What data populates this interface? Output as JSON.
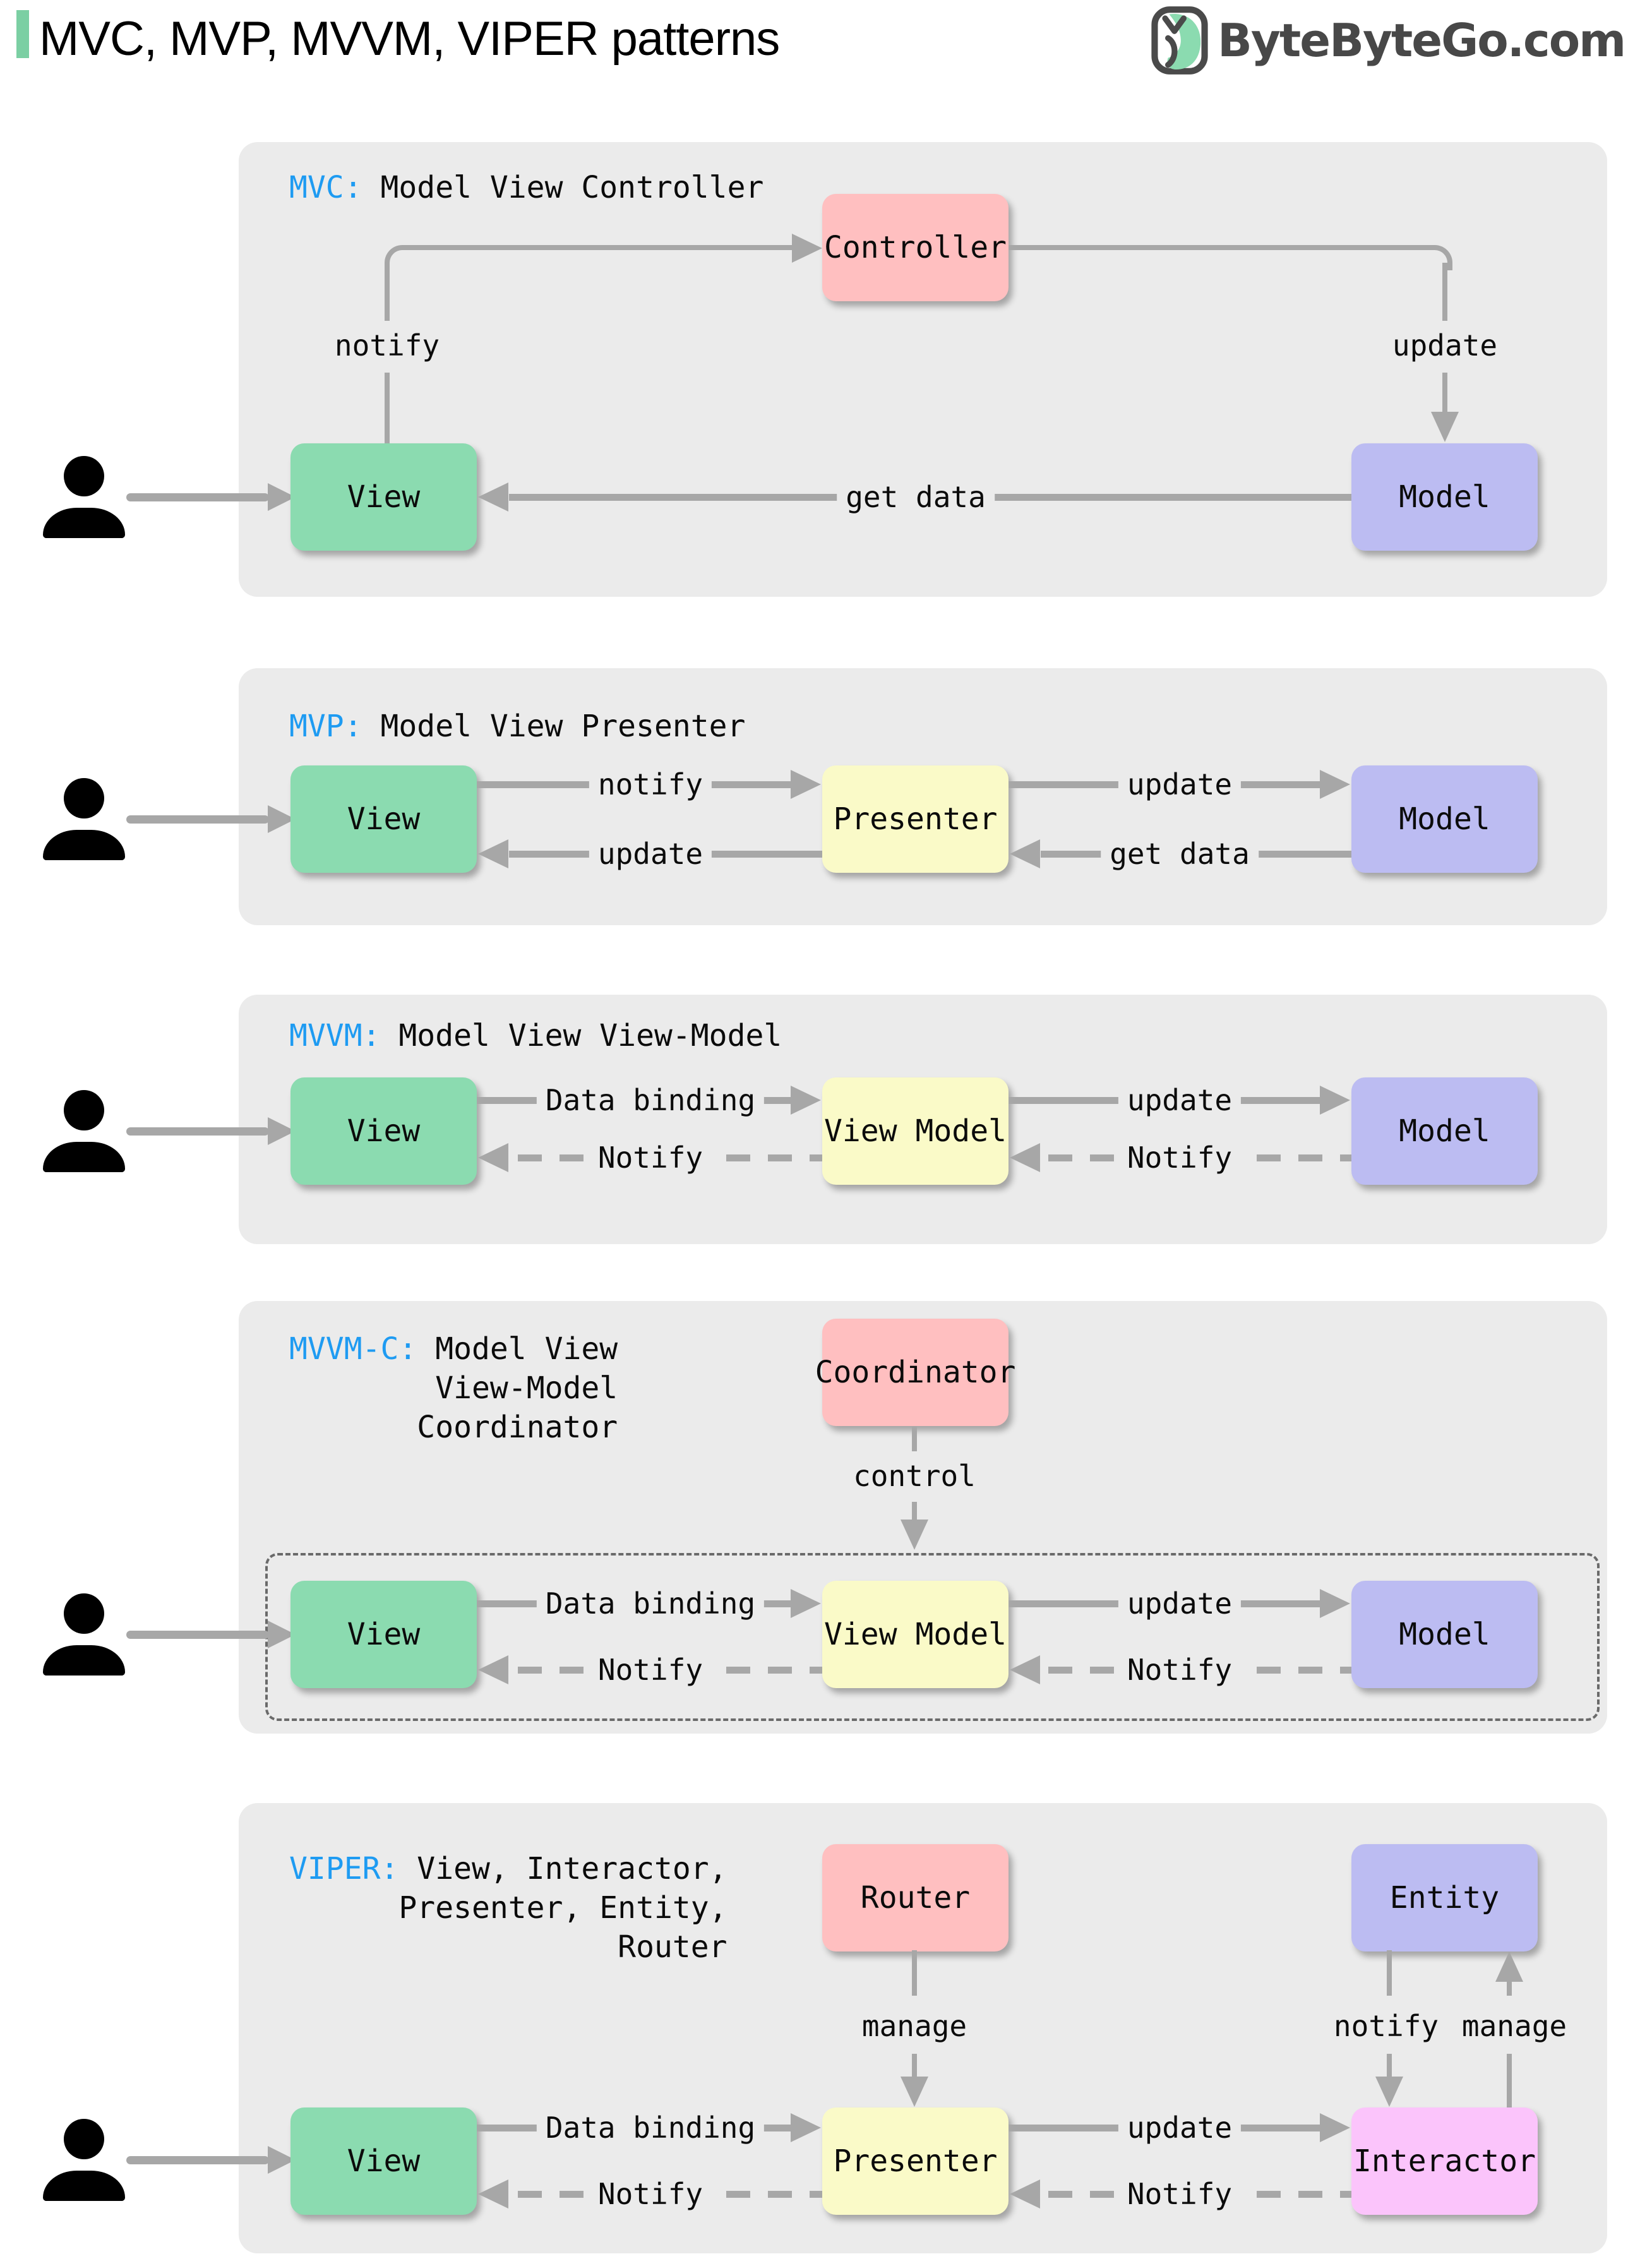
{
  "title": "MVC, MVP, MVVM, VIPER patterns",
  "logo": {
    "text": "ByteByteGo.com",
    "icon": "bytebytego-owl-icon"
  },
  "colors": {
    "accent_green": "#8bdbb0",
    "pink": "#ffbfc0",
    "purple": "#bcbcf2",
    "yellow": "#fafac8",
    "magenta": "#fbc4fb",
    "panel_gray": "#ebebeb",
    "arrow_gray": "#a7a7a7",
    "label_blue": "#1e9bf2"
  },
  "sections": {
    "mvc": {
      "prefix": "MVC:",
      "name": " Model View Controller",
      "boxes": {
        "view": "View",
        "controller": "Controller",
        "model": "Model"
      },
      "arrows": {
        "notify": "notify",
        "update": "update",
        "get_data": "get data"
      }
    },
    "mvp": {
      "prefix": "MVP:",
      "name": " Model View Presenter",
      "boxes": {
        "view": "View",
        "presenter": "Presenter",
        "model": "Model"
      },
      "arrows": {
        "notify": "notify",
        "update_to_model": "update",
        "update_to_view": "update",
        "get_data": "get data"
      }
    },
    "mvvm": {
      "prefix": "MVVM:",
      "name": " Model View View-Model",
      "boxes": {
        "view": "View",
        "view_model": "View Model",
        "model": "Model"
      },
      "arrows": {
        "data_binding": "Data binding",
        "update": "update",
        "notify_left": "Notify",
        "notify_right": "Notify"
      }
    },
    "mvvmc": {
      "prefix": "MVVM-C:",
      "name_line1": " Model View",
      "name_line2": "View-Model",
      "name_line3": "Coordinator",
      "boxes": {
        "coordinator": "Coordinator",
        "view": "View",
        "view_model": "View Model",
        "model": "Model"
      },
      "arrows": {
        "control": "control",
        "data_binding": "Data binding",
        "update": "update",
        "notify_left": "Notify",
        "notify_right": "Notify"
      }
    },
    "viper": {
      "prefix": "VIPER:",
      "name_line1": " View, Interactor,",
      "name_line2": "Presenter, Entity,",
      "name_line3": "Router",
      "boxes": {
        "router": "Router",
        "entity": "Entity",
        "view": "View",
        "presenter": "Presenter",
        "interactor": "Interactor"
      },
      "arrows": {
        "manage_router": "manage",
        "notify_entity": "notify",
        "manage_entity": "manage",
        "data_binding": "Data binding",
        "update": "update",
        "notify_left": "Notify",
        "notify_right": "Notify"
      }
    }
  }
}
